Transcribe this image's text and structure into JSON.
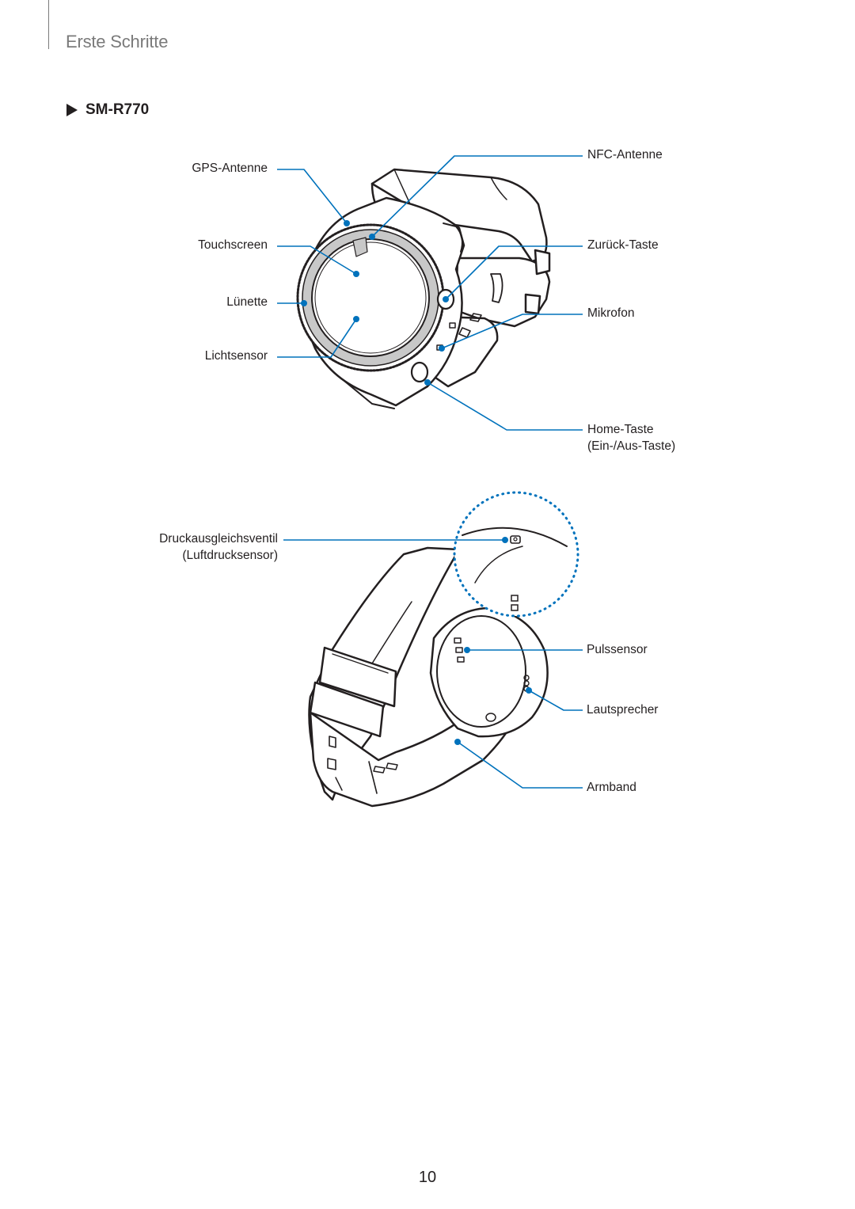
{
  "header": {
    "section_title": "Erste Schritte"
  },
  "model": {
    "heading": "SM-R770"
  },
  "front_view": {
    "labels": {
      "gps_antenna": "GPS-Antenne",
      "touchscreen": "Touchscreen",
      "bezel": "Lünette",
      "light_sensor": "Lichtsensor",
      "nfc_antenna": "NFC-Antenne",
      "back_key": "Zurück-Taste",
      "microphone": "Mikrofon",
      "home_key_line1": "Home-Taste",
      "home_key_line2": "(Ein-/Aus-Taste)"
    }
  },
  "back_view": {
    "labels": {
      "pressure_vent_line1": "Druckausgleichsventil",
      "pressure_vent_line2": "(Luftdrucksensor)",
      "heart_rate_sensor": "Pulssensor",
      "speaker": "Lautsprecher",
      "strap": "Armband"
    }
  },
  "colors": {
    "callout": "#0072bc",
    "line_art": "#231f20",
    "bezel_fill": "#c8c8c8",
    "muted_text": "#7a7a7a"
  },
  "footer": {
    "page_number": "10"
  }
}
